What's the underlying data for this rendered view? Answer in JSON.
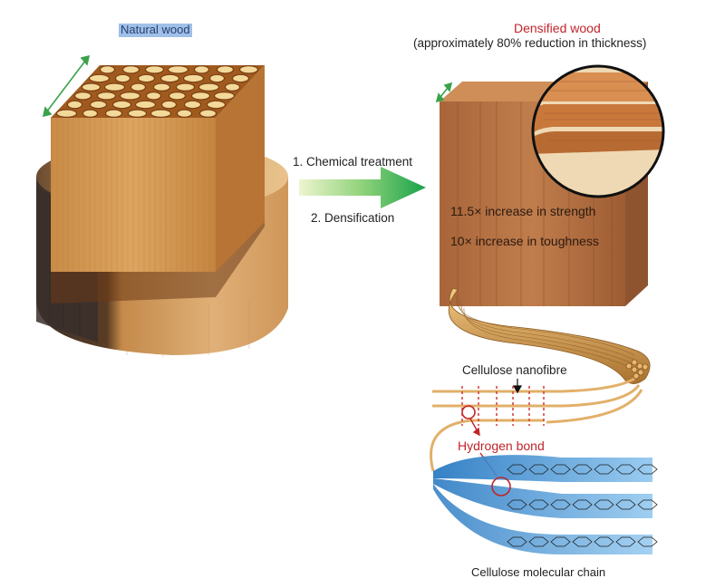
{
  "labels": {
    "natural_wood": "Natural wood",
    "densified_wood": "Densified wood",
    "thickness_note": "(approximately 80% reduction in thickness)",
    "step_1": "1. Chemical treatment",
    "step_2": "2. Densification",
    "strength": "11.5× increase in strength",
    "toughness": "10× increase in toughness",
    "nanofibre": "Cellulose nanofibre",
    "hydrogen_bond": "Hydrogen bond",
    "molecular_chain": "Cellulose molecular chain"
  },
  "colors": {
    "wood_light": "#d9a55d",
    "wood_dark": "#7a4520",
    "wood_charcoal": "#3a2e2a",
    "densified": "#b9774a",
    "arrow_start": "#e8f2c0",
    "arrow_end": "#1aa34a",
    "fibre": "#e2b06a",
    "chain_blue": "#3a8fd4",
    "accent_red": "#c0242b"
  }
}
